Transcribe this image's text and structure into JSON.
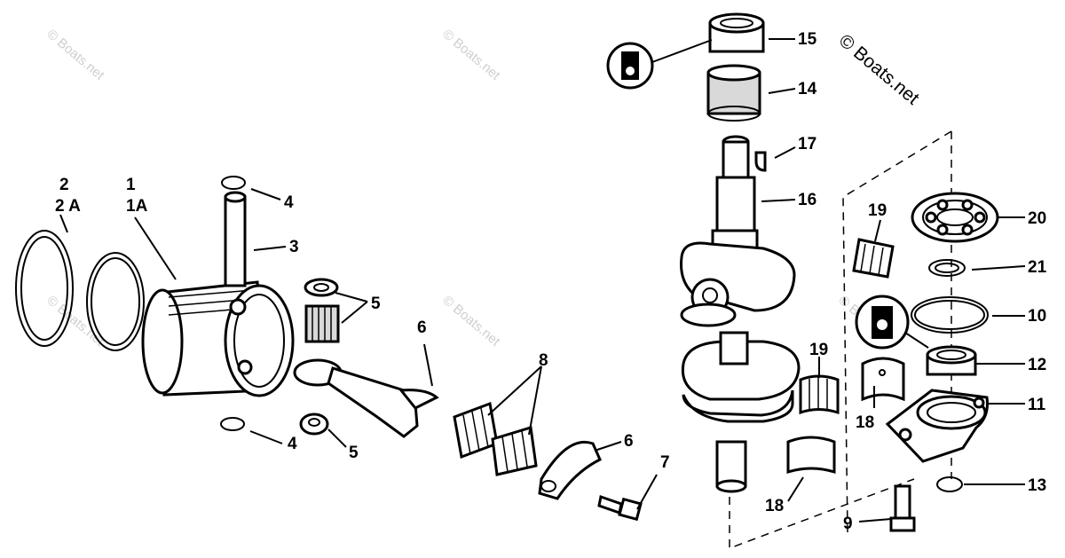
{
  "watermark": {
    "main": "© Boats.net",
    "faint": "© Boats.net"
  },
  "callouts": {
    "p1": "1",
    "p1a": "1A",
    "p2": "2",
    "p2a": "2 A",
    "p3": "3",
    "p4_top": "4",
    "p4_bottom": "4",
    "p5_top": "5",
    "p5_bottom": "5",
    "p6_rod": "6",
    "p6_cap": "6",
    "p7": "7",
    "p8": "8",
    "p9": "9",
    "p10": "10",
    "p11": "11",
    "p12": "12",
    "p13": "13",
    "p14": "14",
    "p15": "15",
    "p16": "16",
    "p17": "17",
    "p18_left": "18",
    "p18_right": "18",
    "p19_left": "19",
    "p19_right": "19",
    "p20": "20",
    "p21": "21"
  }
}
